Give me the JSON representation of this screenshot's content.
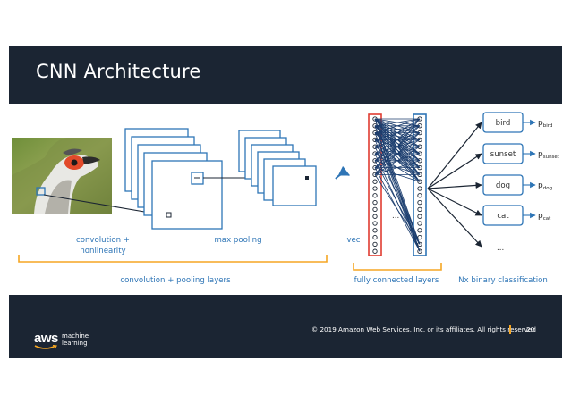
{
  "slide": {
    "title": "CNN Architecture",
    "copyright": "© 2019 Amazon Web Services, Inc. or its affiliates. All rights reserved",
    "page_number": "20",
    "logo": {
      "brand": "aws",
      "line1": "machine",
      "line2": "learning"
    }
  },
  "diagram": {
    "labels": {
      "conv1": "convolution +",
      "conv2": "nonlinearity",
      "pool": "max pooling",
      "vec": "vec",
      "conv_group": "convolution + pooling layers",
      "fc_group": "fully connected layers",
      "nx": "Nx binary classification",
      "dots_fc": "...",
      "dots_cls": "..."
    },
    "classes": [
      {
        "name": "bird",
        "prob": "p",
        "sub": "bird"
      },
      {
        "name": "sunset",
        "prob": "p",
        "sub": "sunset"
      },
      {
        "name": "dog",
        "prob": "p",
        "sub": "dog"
      },
      {
        "name": "cat",
        "prob": "p",
        "sub": "cat"
      }
    ],
    "colors": {
      "blue": "#2e75b6",
      "red": "#e03c31",
      "orange": "#f5a623",
      "header": "#1b2533"
    }
  }
}
